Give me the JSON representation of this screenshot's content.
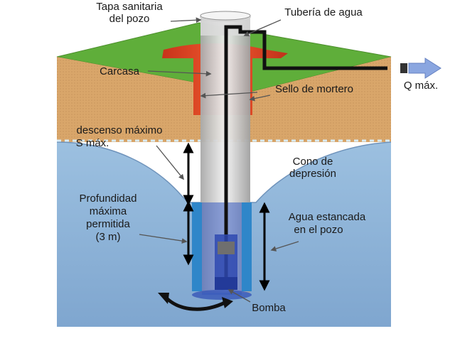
{
  "labels": {
    "tapa_line1": "Tapa sanitaria",
    "tapa_line2": "del pozo",
    "tuberia": "Tubería de agua",
    "carcasa": "Carcasa",
    "sello": "Sello de mortero",
    "q_max": "Q máx.",
    "descenso_line1": "descenso máximo",
    "descenso_line2": "S máx.",
    "cono_line1": "Cono de",
    "cono_line2": "depresión",
    "profundidad_line1": "Profundidad",
    "profundidad_line2": "máxima",
    "profundidad_line3": "permitida",
    "profundidad_line4": "(3 m)",
    "agua_line1": "Agua estancada",
    "agua_line2": "en el pozo",
    "bomba": "Bomba"
  },
  "colors": {
    "grass": "#5fae3a",
    "soil": "#d9a66a",
    "soil_side": "#b8864e",
    "water": "#8fb4d8",
    "water_side": "#7fa3c7",
    "seal": "#e0401f",
    "casing": "#d0d0d0",
    "pipe": "#111111",
    "arrow_out": "#8aa6e0"
  }
}
